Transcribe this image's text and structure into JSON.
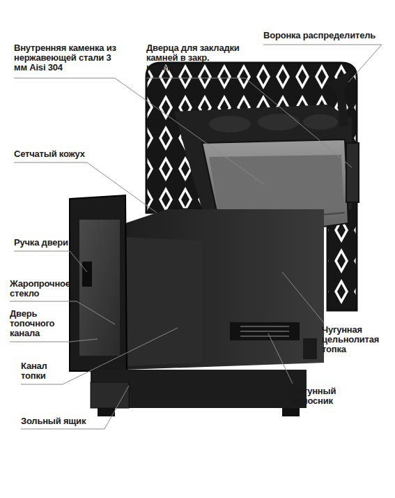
{
  "diagram": {
    "labels": [
      "Внутренняя каменка из нержавеющей стали 3 мм Aisi 304",
      "Дверца для закладки камней в закр. каменку",
      "Воронка распределитель",
      "Сетчатый кожух",
      "Ручка двери",
      "Жаропрочное стекло",
      "Дверь топочного канала",
      "Канал топки",
      "Зольный ящик",
      "Чугунная цельнолитая топка",
      "Чугунный колосник"
    ]
  }
}
